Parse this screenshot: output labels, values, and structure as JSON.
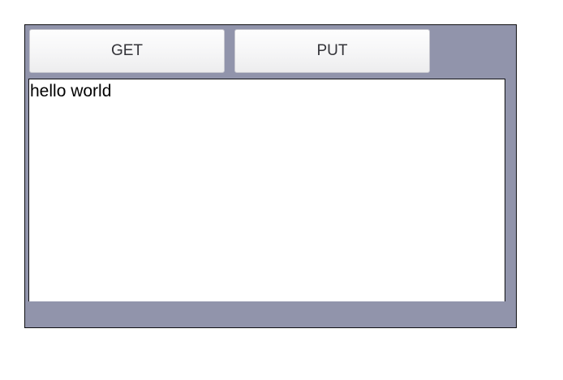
{
  "window": {
    "background_color": "#9194ab",
    "border_color": "#0f0f12"
  },
  "toolbar": {
    "get_label": "GET",
    "put_label": "PUT",
    "button_text_color": "#333338"
  },
  "response": {
    "value": "hello world",
    "placeholder": "",
    "text_color": "#000000",
    "background_color": "#ffffff"
  }
}
